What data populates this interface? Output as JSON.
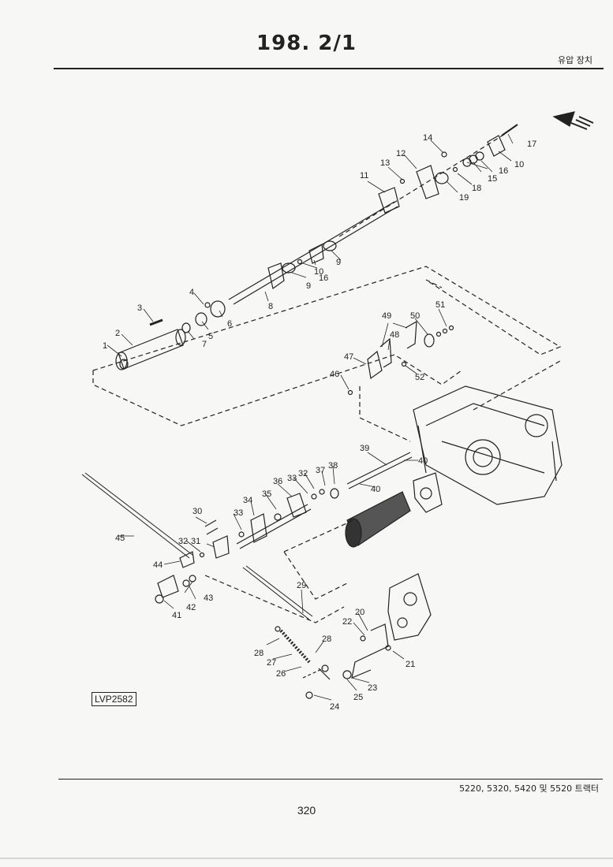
{
  "header": {
    "title": "198. 2/1",
    "section": "유압 장치"
  },
  "figure": {
    "code": "LVP2582",
    "callouts": [
      "1",
      "2",
      "3",
      "4",
      "5",
      "6",
      "7",
      "8",
      "9",
      "9",
      "10",
      "10",
      "11",
      "12",
      "13",
      "14",
      "15",
      "16",
      "16",
      "17",
      "18",
      "19",
      "20",
      "21",
      "22",
      "23",
      "24",
      "25",
      "26",
      "27",
      "28",
      "28",
      "29",
      "30",
      "31",
      "32",
      "32",
      "33",
      "33",
      "34",
      "35",
      "36",
      "37",
      "38",
      "39",
      "40",
      "40",
      "41",
      "42",
      "43",
      "44",
      "45",
      "46",
      "47",
      "48",
      "49",
      "50",
      "51",
      "52"
    ]
  },
  "footer": {
    "models": "5220, 5320, 5420 및 5520 트랙터",
    "page": "320"
  },
  "colors": {
    "ink": "#222222",
    "paper": "#f7f7f5"
  }
}
